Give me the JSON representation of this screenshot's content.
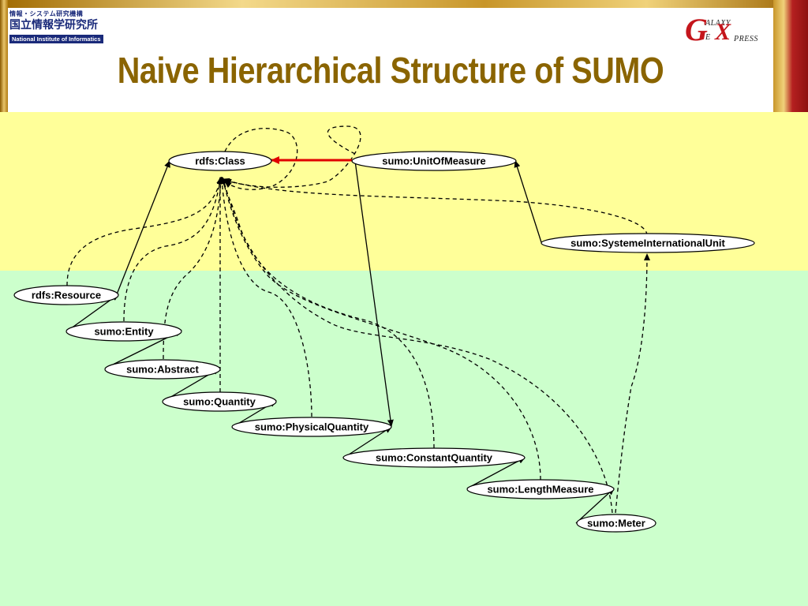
{
  "header": {
    "nii_logo": {
      "line1": "情報・システム研究機構",
      "line2": "国立情報学研究所",
      "line3": "National Institute of Informatics"
    },
    "title": "Naive Hierarchical Structure of SUMO",
    "gx_logo": {
      "big_g": "G",
      "alaxy": "ALAXY",
      "big_x": "X",
      "e": "E",
      "press": "PRESS"
    }
  },
  "diagram": {
    "nodes": [
      {
        "id": "rdfs-class",
        "label": "rdfs:Class"
      },
      {
        "id": "sumo-unitofmeasure",
        "label": "sumo:UnitOfMeasure"
      },
      {
        "id": "sumo-systemeinternationalunit",
        "label": "sumo:SystemeInternationalUnit"
      },
      {
        "id": "rdfs-resource",
        "label": "rdfs:Resource"
      },
      {
        "id": "sumo-entity",
        "label": "sumo:Entity"
      },
      {
        "id": "sumo-abstract",
        "label": "sumo:Abstract"
      },
      {
        "id": "sumo-quantity",
        "label": "sumo:Quantity"
      },
      {
        "id": "sumo-physicalquantity",
        "label": "sumo:PhysicalQuantity"
      },
      {
        "id": "sumo-constantquantity",
        "label": "sumo:ConstantQuantity"
      },
      {
        "id": "sumo-lengthmeasure",
        "label": "sumo:LengthMeasure"
      },
      {
        "id": "sumo-meter",
        "label": "sumo:Meter"
      }
    ],
    "colors": {
      "highlight_arrow": "#e00000",
      "edges": "#000000"
    }
  }
}
